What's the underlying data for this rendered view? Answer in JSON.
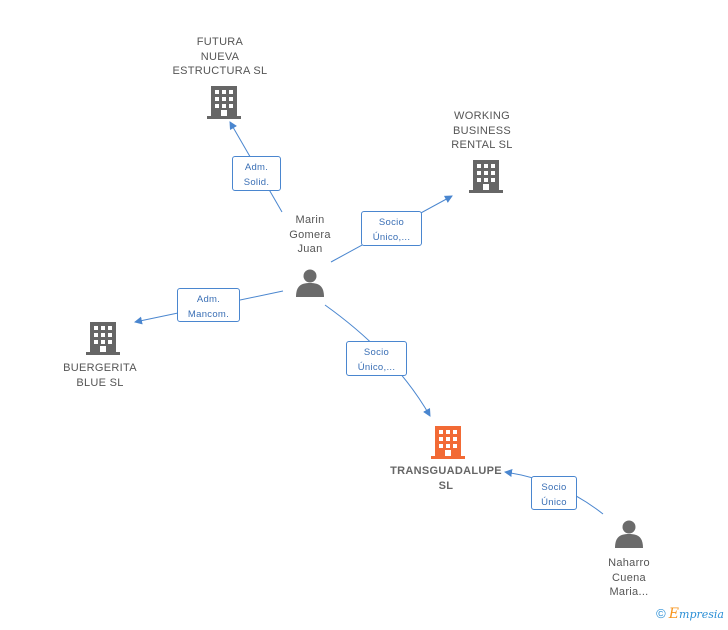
{
  "colors": {
    "company": "#666666",
    "main_company": "#f26a35",
    "person": "#6b6b6b",
    "edge": "#4a86cf",
    "brand_blue": "#2b8fd6",
    "brand_orange": "#f7941d"
  },
  "nodes": {
    "futura": {
      "lines": [
        "FUTURA",
        "NUEVA",
        "ESTRUCTURA SL"
      ],
      "icon": "building-icon"
    },
    "working": {
      "lines": [
        "WORKING",
        "BUSINESS",
        "RENTAL  SL"
      ],
      "icon": "building-icon"
    },
    "marin": {
      "lines": [
        "Marin",
        "Gomera",
        "Juan"
      ],
      "icon": "person-icon"
    },
    "buergerita": {
      "lines": [
        "BUERGERITA",
        "BLUE SL"
      ],
      "icon": "building-icon"
    },
    "transguadalupe": {
      "lines": [
        "TRANSGUADALUPE",
        "SL"
      ],
      "icon": "building-icon"
    },
    "naharro": {
      "lines": [
        "Naharro",
        "Cuena",
        "Maria..."
      ],
      "icon": "person-icon"
    }
  },
  "edges": {
    "adm_solid": {
      "lines": [
        "Adm.",
        "Solid."
      ]
    },
    "socio_working": {
      "lines": [
        "Socio",
        "Único,..."
      ]
    },
    "adm_mancom": {
      "lines": [
        "Adm.",
        "Mancom."
      ]
    },
    "socio_trans": {
      "lines": [
        "Socio",
        "Único,..."
      ]
    },
    "socio_unico": {
      "lines": [
        "Socio",
        "Único"
      ]
    }
  },
  "footer": {
    "copyright_symbol": "©",
    "brand_initial": "E",
    "brand_rest": "mpresia"
  }
}
